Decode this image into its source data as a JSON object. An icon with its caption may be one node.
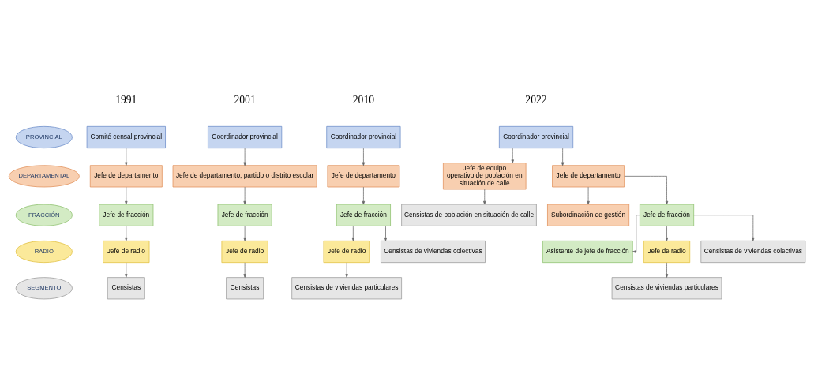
{
  "diagram": {
    "nodes": [
      {
        "text": [
          "PROVINCIAL"
        ]
      },
      {
        "text": [
          "DEPARTAMENTAL"
        ]
      },
      {
        "text": [
          "FRACCIÓN"
        ]
      },
      {
        "text": [
          "RADIO"
        ]
      },
      {
        "text": [
          "SEGMENTO"
        ]
      },
      {
        "text": [
          "Comité censal provincial"
        ]
      },
      {
        "text": [
          "Jefe de departamento"
        ]
      },
      {
        "text": [
          "Jefe de fracción"
        ]
      },
      {
        "text": [
          "Jefe de radio"
        ]
      },
      {
        "text": [
          "Censistas"
        ]
      },
      {
        "text": [
          "Coordinador provincial"
        ]
      },
      {
        "text": [
          "Jefe de departamento, partido o distrito escolar"
        ]
      },
      {
        "text": [
          "Jefe de fracción"
        ]
      },
      {
        "text": [
          "Jefe de radio"
        ]
      },
      {
        "text": [
          "Censistas"
        ]
      },
      {
        "text": [
          "Coordinador provincial"
        ]
      },
      {
        "text": [
          "Jefe de departamento"
        ]
      },
      {
        "text": [
          "Jefe de fracción"
        ]
      },
      {
        "text": [
          "Jefe de radio"
        ]
      },
      {
        "text": [
          "Censistas de viviendas particulares"
        ]
      },
      {
        "text": [
          "Censistas de viviendas colectivas"
        ]
      },
      {
        "text": [
          "Coordinador provincial"
        ]
      },
      {
        "text": [
          "Jefe de equipo operativo de población en situación de calle"
        ]
      },
      {
        "text": [
          "Jefe de departamento"
        ]
      },
      {
        "text": [
          "Subordinación de gestión"
        ]
      },
      {
        "text": [
          "Jefe de fracción"
        ]
      },
      {
        "text": [
          "Asistente de jefe de fracción"
        ]
      },
      {
        "text": [
          "Jefe de radio"
        ]
      },
      {
        "text": [
          "Censistas de viviendas particulares"
        ]
      },
      {
        "text": [
          "Censistas de viviendas colectivas"
        ]
      },
      {
        "text": [
          "Censistas de población en situación de calle"
        ]
      }
    ],
    "edges": [
      {
        "from": 5,
        "to": 6,
        "arrow": "to"
      },
      {
        "from": 6,
        "to": 7,
        "arrow": "to"
      },
      {
        "from": 7,
        "to": 8,
        "arrow": "to"
      },
      {
        "from": 8,
        "to": 9,
        "arrow": "to"
      },
      {
        "from": 10,
        "to": 11,
        "arrow": "to"
      },
      {
        "from": 11,
        "to": 12,
        "arrow": "to"
      },
      {
        "from": 12,
        "to": 13,
        "arrow": "to"
      },
      {
        "from": 13,
        "to": 14,
        "arrow": "to"
      },
      {
        "from": 15,
        "to": 16,
        "arrow": "to"
      },
      {
        "from": 16,
        "to": 17,
        "arrow": "to"
      },
      {
        "from": 17,
        "to": 18,
        "arrow": "to"
      },
      {
        "from": 18,
        "to": 19,
        "arrow": "to"
      },
      {
        "from": 17,
        "to": 20,
        "arrow": "to"
      },
      {
        "from": 21,
        "to": 22,
        "arrow": "to"
      },
      {
        "from": 21,
        "to": 23,
        "arrow": "to"
      },
      {
        "from": 23,
        "to": 24,
        "arrow": "to"
      },
      {
        "from": 23,
        "to": 25,
        "arrow": "to"
      },
      {
        "from": 25,
        "to": 26,
        "arrow": "to"
      },
      {
        "from": 25,
        "to": 27,
        "arrow": "to"
      },
      {
        "from": 27,
        "to": 28,
        "arrow": "to"
      },
      {
        "from": 25,
        "to": 29,
        "arrow": "to"
      },
      {
        "from": 22,
        "to": 30,
        "arrow": "to"
      }
    ],
    "labels": [
      "1991",
      "2001",
      "2010",
      "2022"
    ]
  }
}
